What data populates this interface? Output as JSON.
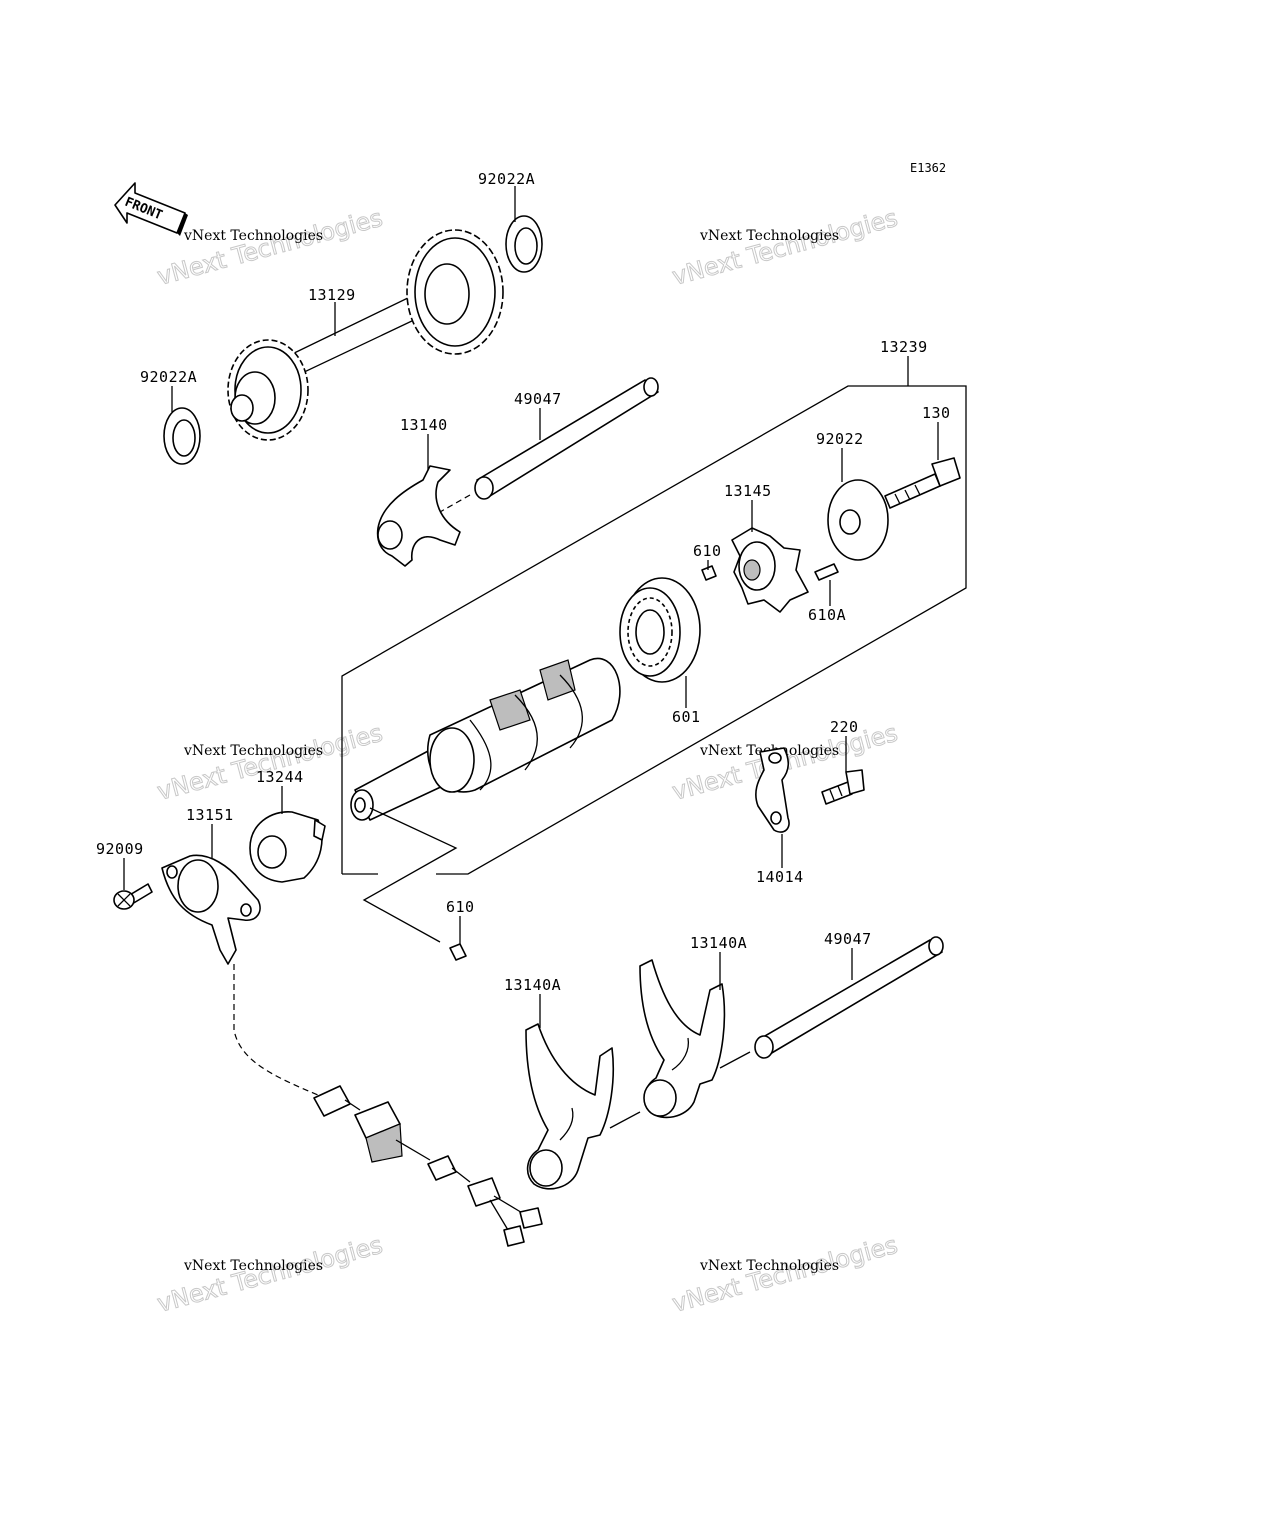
{
  "diagram_code": "E1362",
  "front_arrow_label": "FRONT",
  "watermark": {
    "line1": "vNext Technologies",
    "line2": "vNext Technologies"
  },
  "part_labels": {
    "p92022A_top": "92022A",
    "p92022A_left": "92022A",
    "p13129": "13129",
    "p13239": "13239",
    "p49047_top": "49047",
    "p13140": "13140",
    "p130": "130",
    "p92022": "92022",
    "p13145": "13145",
    "p610_top": "610",
    "p610A": "610A",
    "p601": "601",
    "p220": "220",
    "p13244": "13244",
    "p13151": "13151",
    "p92009": "92009",
    "p14014": "14014",
    "p610_bottom": "610",
    "p49047_bottom": "49047",
    "p13140A_right": "13140A",
    "p13140A_left": "13140A"
  }
}
